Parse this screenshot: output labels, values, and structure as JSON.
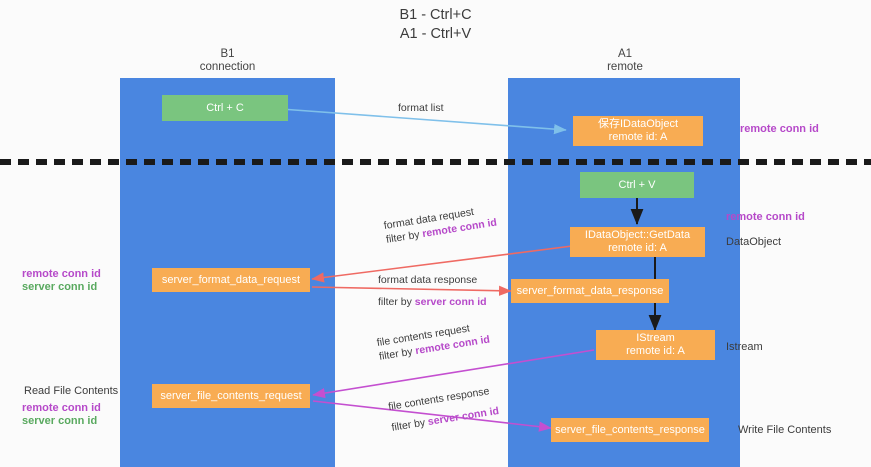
{
  "title": {
    "line1": "B1 - Ctrl+C",
    "line2": "A1 - Ctrl+V"
  },
  "lanes": [
    {
      "name": "B1",
      "sub": "connection"
    },
    {
      "name": "A1",
      "sub": "remote"
    }
  ],
  "boxes": {
    "ctrl_c": "Ctrl + C",
    "ctrl_v": "Ctrl + V",
    "idataobject_line1": "保存IDataObject",
    "idataobject_line2": "remote id: A",
    "getdata_line1": "IDataObject::GetData",
    "getdata_line2": "remote id: A",
    "istream_line1": "IStream",
    "istream_line2": "remote id: A",
    "server_format_data_request": "server_format_data_request",
    "server_format_data_response": "server_format_data_response",
    "server_file_contents_request": "server_file_contents_request",
    "server_file_contents_response": "server_file_contents_response"
  },
  "edge_labels": {
    "format_list": "format list",
    "format_data_request": "format data request",
    "format_data_request_filter_prefix": "filter by ",
    "format_data_request_filter_key": "remote conn id",
    "format_data_response": "format data response",
    "format_data_response_filter_prefix": "filter by ",
    "format_data_response_filter_key": "server conn id",
    "file_contents_request": "file contents request",
    "file_contents_request_filter_prefix": "filter by ",
    "file_contents_request_filter_key": "remote conn id",
    "file_contents_response": "file contents response",
    "file_contents_response_filter_prefix": "filter by ",
    "file_contents_response_filter_key": "server conn id"
  },
  "annotations": {
    "right_remote_conn_id_top": "remote conn id",
    "right_remote_conn_id_mid": "remote conn id",
    "right_dataobject": "DataObject",
    "right_istream": "Istream",
    "right_write_file_contents": "Write File Contents",
    "left_remote_conn_id": "remote conn id",
    "left_server_conn_id": "server conn id",
    "left_read_file_contents": "Read File Contents",
    "left_remote_conn_id_2": "remote conn id",
    "left_server_conn_id_2": "server conn id"
  },
  "colors": {
    "lane": "#4a86e0",
    "green_box": "#7ac57f",
    "orange_box": "#f8ac53",
    "purple_key": "#b649c9",
    "green_key": "#59a95f",
    "arrow_blue": "#7fc0ea",
    "arrow_red": "#ef6a63",
    "arrow_magenta": "#c44fd0",
    "arrow_black": "#1a1a1a",
    "divider": "#1a1a1a",
    "background": "#fbfbfb"
  }
}
